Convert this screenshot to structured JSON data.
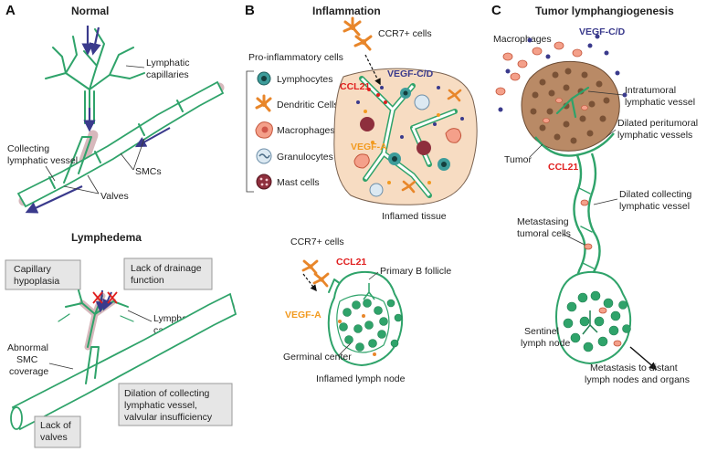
{
  "panels": {
    "a": {
      "letter": "A",
      "normal": {
        "title": "Normal",
        "labels": {
          "lymphatic_capillaries": [
            "Lymphatic",
            "capillaries"
          ],
          "collecting_vessel": [
            "Collecting",
            "lymphatic vessel"
          ],
          "smcs": "SMCs",
          "valves": "Valves"
        }
      },
      "lymphedema": {
        "title": "Lymphedema",
        "labels": {
          "capillary_hypoplasia": [
            "Capillary",
            "hypoplasia"
          ],
          "lack_drainage": [
            "Lack of drainage",
            "function"
          ],
          "lymphatic_capillaries": [
            "Lymphatic",
            "capillaries"
          ],
          "abnormal_smc": [
            "Abnormal",
            "SMC",
            "coverage"
          ],
          "dilation": [
            "Dilation of collecting",
            "lymphatic vessel,",
            "valvular insufficiency"
          ],
          "lack_valves": [
            "Lack of",
            "valves"
          ]
        }
      }
    },
    "b": {
      "letter": "B",
      "title": "Inflammation",
      "ccr7_top": "CCR7+ cells",
      "pro_inflammatory": "Pro-inflammatory cells",
      "legend": [
        "Lymphocytes",
        "Dendritic Cells",
        "Macrophages",
        "Granulocytes",
        "Mast cells"
      ],
      "vegf_cd": "VEGF-C/D",
      "ccl21_top": "CCL21",
      "vegf_a_top": "VEGF-A",
      "inflamed_tissue": "Inflamed tissue",
      "ccr7_bottom": "CCR7+ cells",
      "ccl21_bottom": "CCL21",
      "primary_follicle": "Primary B follicle",
      "vegf_a_bottom": "VEGF-A",
      "germinal_center": "Germinal center",
      "inflamed_node": "Inflamed lymph node"
    },
    "c": {
      "letter": "C",
      "title": "Tumor lymphangiogenesis",
      "macrophages": "Macrophages",
      "vegf_cd": "VEGF-C/D",
      "intratumoral": [
        "Intratumoral",
        "lymphatic vessel"
      ],
      "dilated_peritumoral": [
        "Dilated peritumoral",
        "lymphatic vessels"
      ],
      "tumor": "Tumor",
      "ccl21": "CCL21",
      "dilated_collecting": [
        "Dilated collecting",
        "lymphatic vessel"
      ],
      "metastasing": [
        "Metastasing",
        "tumoral cells"
      ],
      "sentinel": [
        "Sentinel",
        "lymph node"
      ],
      "metastasis": [
        "Metastasis to distant",
        "lymph nodes and organs"
      ]
    }
  },
  "colors": {
    "lymphatic": "#2fa36a",
    "smc_halo": "#c9a0a6",
    "ccl21": "#e01e1e",
    "vegf_cd": "#3a3a8c",
    "vegf_a": "#f29a1f",
    "tissue": "#f7dcc2",
    "tumor": "#b98a66"
  }
}
